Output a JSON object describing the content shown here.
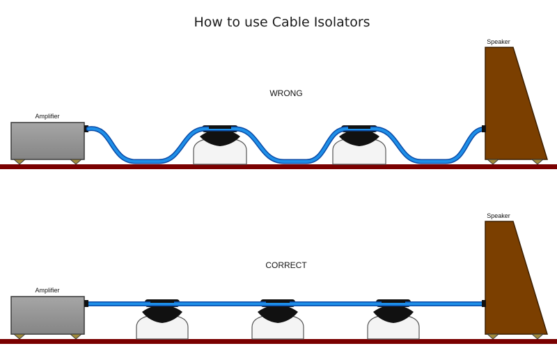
{
  "title": "How to use Cable Isolators",
  "colors": {
    "floor": "#7a0000",
    "cable": "#1e8fe8",
    "cable_dark": "#0a4aa6",
    "amplifier_body": "#939393",
    "amplifier_edge": "#3a3a3a",
    "speaker_wood": "#7b3f00",
    "foot": "#a08a3c",
    "isolator_cap": "#111111",
    "isolator_base": "#f4f4f4"
  },
  "panels": [
    {
      "id": "wrong",
      "status": "WRONG",
      "amplifier_label": "Amplifier",
      "speaker_label": "Speaker",
      "isolator_count": 2
    },
    {
      "id": "correct",
      "status": "CORRECT",
      "amplifier_label": "Amplifier",
      "speaker_label": "Speaker",
      "isolator_count": 3
    }
  ]
}
